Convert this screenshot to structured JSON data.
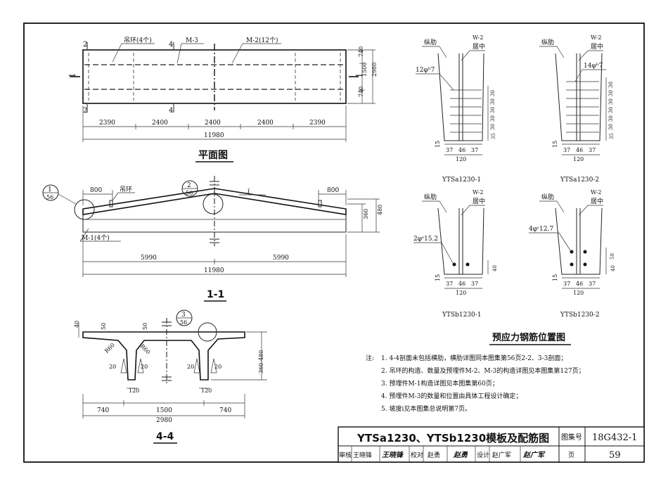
{
  "plan": {
    "title": "平面图",
    "label_lifting": "吊环(4个)",
    "label_m3": "M-3",
    "label_m2": "M-2(12个)",
    "sec_mark_1": "1",
    "sec_mark_2": "2",
    "sec_mark_4": "4",
    "dims_bottom": [
      "2390",
      "2400",
      "2400",
      "2400",
      "2390"
    ],
    "dim_total": "11980",
    "dims_right": [
      "740",
      "1500",
      "740"
    ],
    "dim_right_total": "2980"
  },
  "elevation": {
    "title": "1-1",
    "callout_1": {
      "num": "1",
      "sheet": "56"
    },
    "callout_2": {
      "num": "2",
      "sheet": "56"
    },
    "dim_800_left": "800",
    "dim_800_right": "800",
    "label_lifting": "吊环",
    "slope_label": "i",
    "label_m1": "M-1(4个)",
    "dim_360": "360",
    "dim_480": "480",
    "dim_halves": [
      "5990",
      "5990"
    ],
    "dim_total": "11980"
  },
  "section44": {
    "title": "4-4",
    "callout_3": {
      "num": "3",
      "sheet": "56"
    },
    "dim_40": "40",
    "dim_50a": "50",
    "dim_50b": "50",
    "r60a": "R60",
    "r60b": "R60",
    "dim_20": [
      "20",
      "20",
      "20",
      "20"
    ],
    "dim_120a": "120",
    "dim_120b": "120",
    "dim_height": "360-480",
    "dims_bottom": [
      "740",
      "1500",
      "740"
    ],
    "dim_total": "2980"
  },
  "rebar": {
    "label_rib": "纵肋",
    "label_w2": "W-2",
    "label_center": "居中",
    "d1": {
      "name": "YTSa1230-1",
      "bars": "12φʰ7"
    },
    "d2": {
      "name": "YTSa1230-2",
      "bars": "14φʰ7"
    },
    "d3": {
      "name": "YTSb1230-1",
      "bars": "2φˢ15.2"
    },
    "d4": {
      "name": "YTSb1230-2",
      "bars": "4φˢ12.7"
    },
    "dim_bottom": [
      "37",
      "46",
      "37"
    ],
    "dim_120": "120",
    "dim_15": "15",
    "dim_35": "35",
    "dim_30": "30",
    "dim_40": "40",
    "dim_50": "50",
    "title": "预应力钢筋位置图"
  },
  "notes": {
    "prefix": "注:",
    "items": [
      "1. 4-4剖面未包括横肋，横肋详图同本图集第56页2-2、3-3剖面；",
      "2. 吊环的构造、数量及预埋件M-2、M-3的构造详图见本图集第127页；",
      "3. 预埋件M-1构造详图见本图集第60页；",
      "4. 预埋件M-3的数量和位置由具体工程设计确定；",
      "5. 坡度i见本图集总说明第7页。"
    ]
  },
  "titleblock": {
    "title": "YTSa1230、YTSb1230模板及配筋图",
    "atlas_label": "图集号",
    "atlas_no": "18G432-1",
    "review": "审核",
    "reviewer": "王晓锋",
    "reviewer_sig": "王晓锋",
    "check": "校对",
    "checker": "赵勇",
    "checker_sig": "赵勇",
    "design": "设计",
    "designer": "赵广军",
    "designer_sig": "赵广军",
    "page_label": "页",
    "page_no": "59"
  }
}
